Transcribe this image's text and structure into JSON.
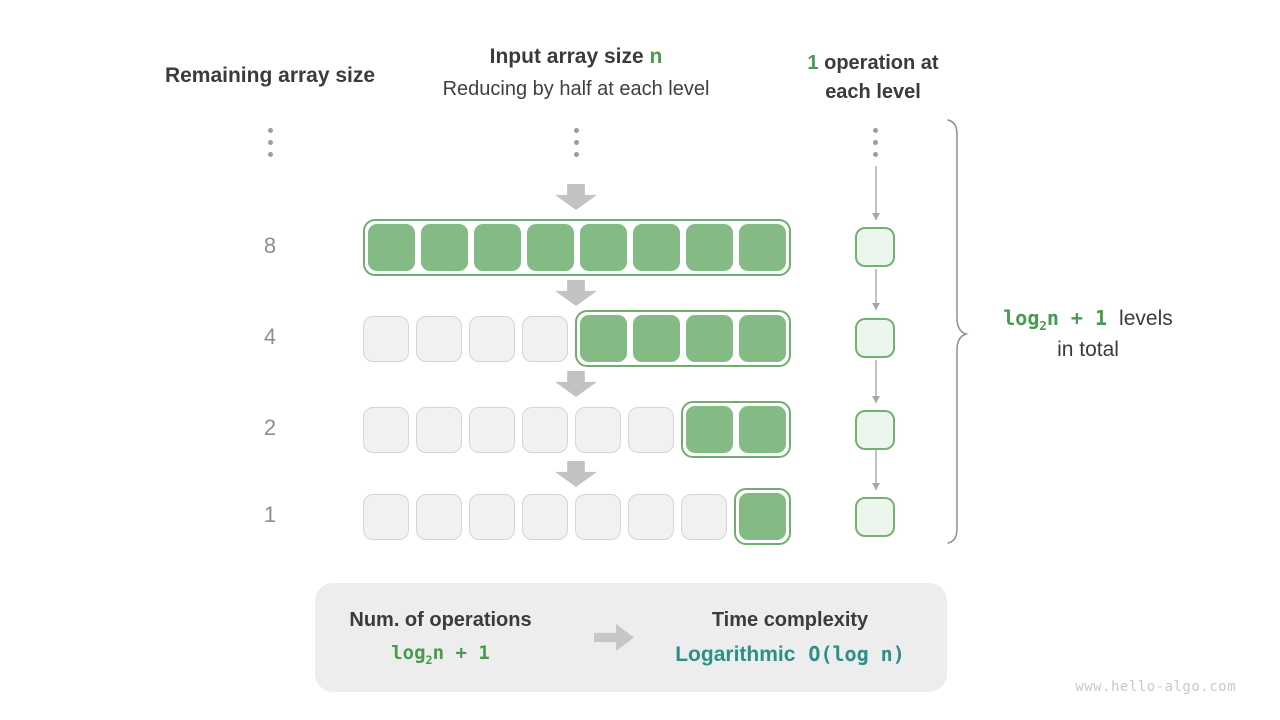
{
  "headers": {
    "left": "Remaining array size",
    "center_line1_prefix": "Input array size ",
    "center_line1_highlight": "n",
    "center_line2": "Reducing by half at each level",
    "right_highlight": "1",
    "right_line1_rest": " operation at",
    "right_line2": "each level"
  },
  "rows": [
    {
      "label": "8",
      "inactive_cells": 0,
      "active_cells": 8
    },
    {
      "label": "4",
      "inactive_cells": 4,
      "active_cells": 4
    },
    {
      "label": "2",
      "inactive_cells": 6,
      "active_cells": 2
    },
    {
      "label": "1",
      "inactive_cells": 7,
      "active_cells": 1
    }
  ],
  "brace_note": {
    "formula_base": "log",
    "formula_sub": "2",
    "formula_rest": "n + 1",
    "line1_text": "levels",
    "line2_text": "in total"
  },
  "summary": {
    "left_title": "Num. of operations",
    "left_formula_base": "log",
    "left_formula_sub": "2",
    "left_formula_rest": "n + 1",
    "right_title": "Time complexity",
    "right_value_word": "Logarithmic",
    "right_value_bigo": "O(log n)"
  },
  "watermark": "www.hello-algo.com",
  "colors": {
    "green_text": "#4a9a4e",
    "green_fill": "#84bb84",
    "green_border": "#6fae6f",
    "light_green_fill": "#edf6ed",
    "inactive_fill": "#f1f1f1",
    "inactive_border": "#d5d5d5",
    "dark_text": "#3b3b3b",
    "muted_text": "#8e8e8e",
    "chunky_arrow_gray": "#c2c2c2",
    "thin_line_gray": "#a6a6a6",
    "teal_text": "#2e8e88",
    "summary_bg": "#ededed",
    "watermark_gray": "#c9c9c9"
  }
}
